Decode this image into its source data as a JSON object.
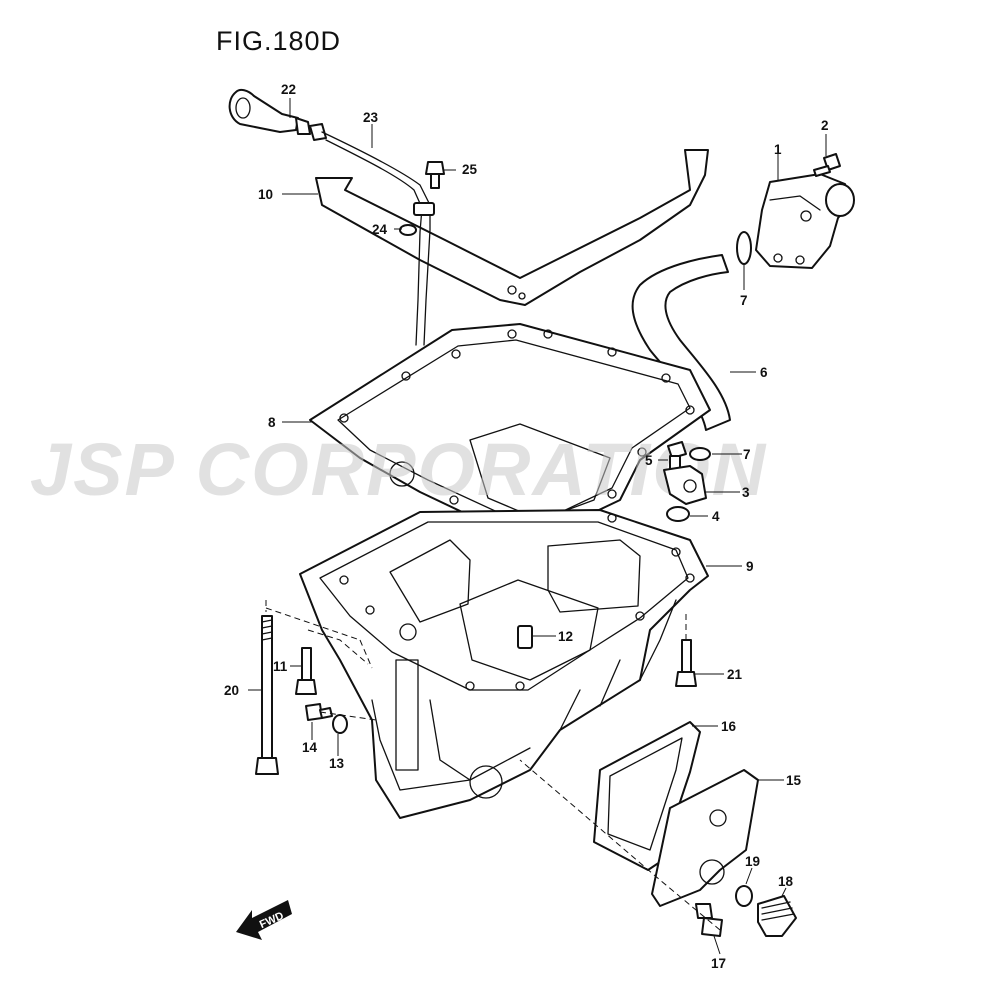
{
  "figure_title": "FIG.180D",
  "watermark": "JSP CORPORATION",
  "fwd_label": "FWD",
  "callouts": [
    "1",
    "2",
    "3",
    "4",
    "5",
    "6",
    "7",
    "7",
    "8",
    "9",
    "10",
    "11",
    "12",
    "13",
    "14",
    "15",
    "16",
    "17",
    "18",
    "19",
    "20",
    "21",
    "22",
    "23",
    "24",
    "25"
  ]
}
